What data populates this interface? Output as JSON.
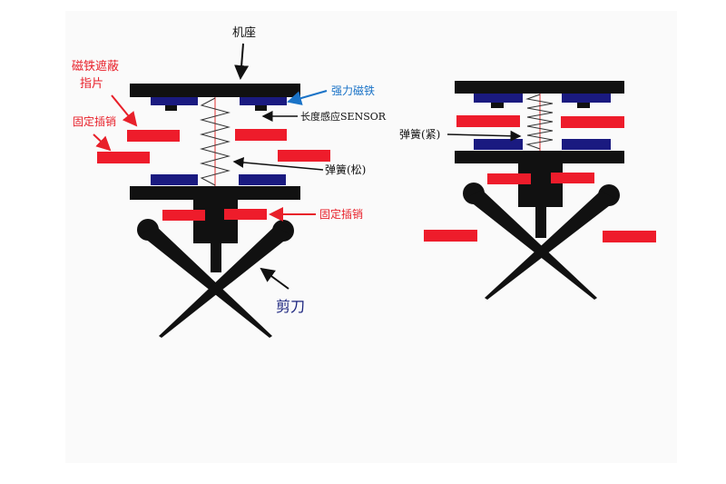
{
  "labels": {
    "base": "机座",
    "shield_line1": "磁铁遮蔽",
    "shield_line2": "指片",
    "strong_magnet": "强力磁铁",
    "fixed_pin_upper": "固定插销",
    "length_sensor": "长度感应SENSOR",
    "spring_loose": "弹簧(松)",
    "fixed_pin_lower": "固定插销",
    "scissors": "剪刀",
    "spring_tight": "弹簧(紧)"
  },
  "colors": {
    "black": "#111111",
    "magnet_navy": "#1a1a80",
    "pin_red": "#ee1c2b",
    "label_red": "#e8202a",
    "label_blue": "#1a73c7",
    "label_navy": "#1a237e",
    "sensor_line": "#e03030",
    "background": "#ffffff"
  }
}
